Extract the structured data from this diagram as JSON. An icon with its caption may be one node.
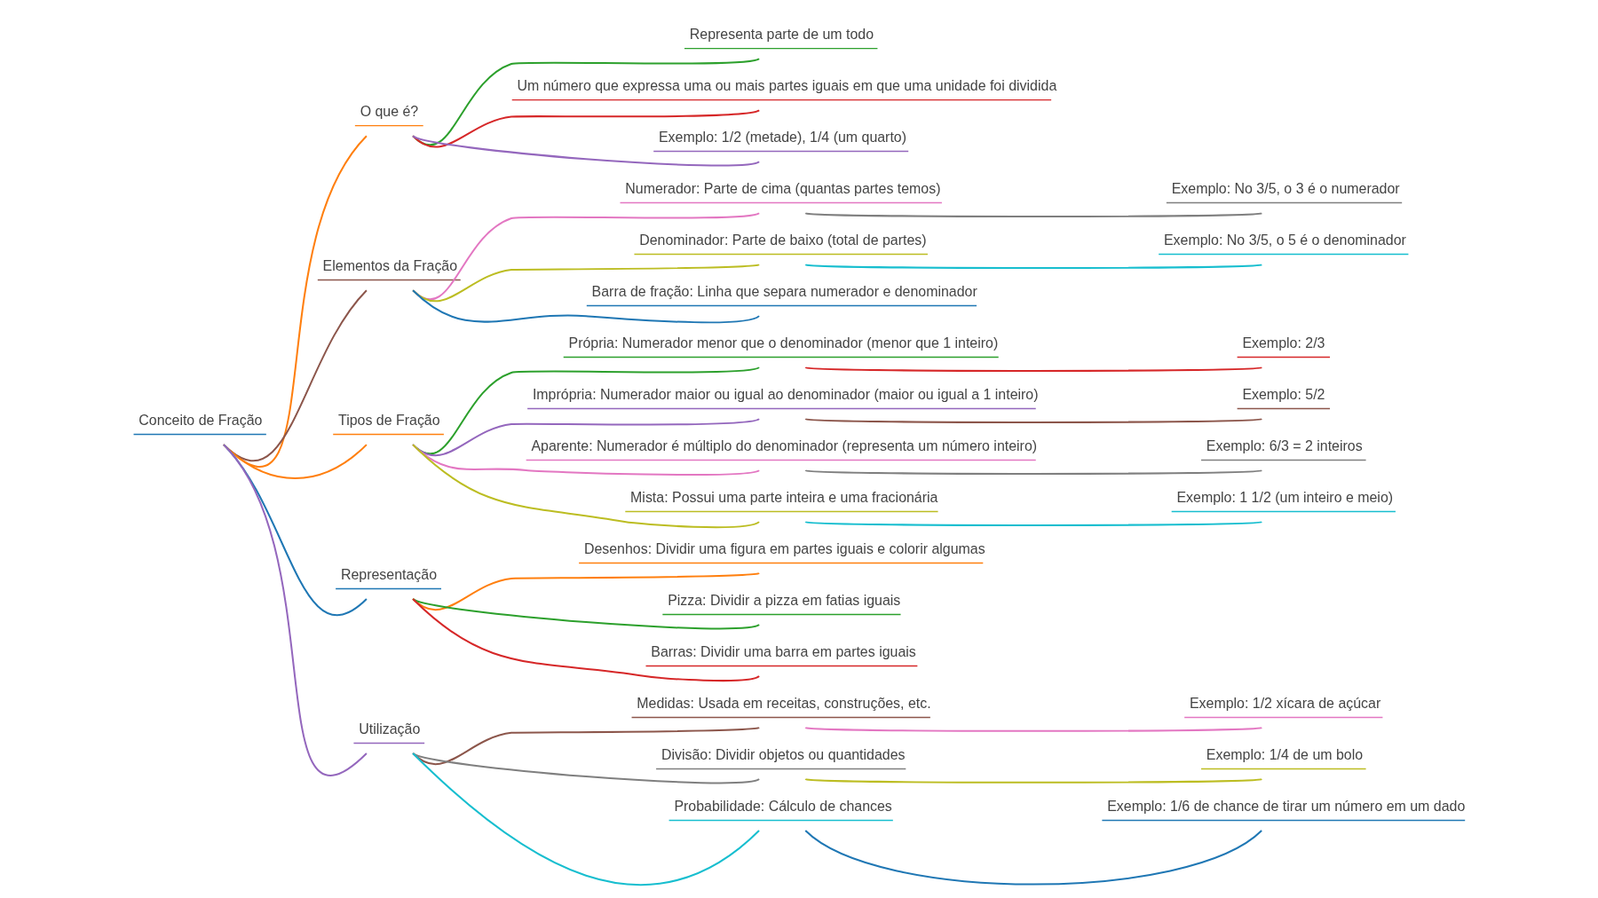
{
  "diagram": {
    "nodes": [
      {
        "text": [
          "Conceito de Fração"
        ]
      },
      {
        "text": [
          "O que é?"
        ]
      },
      {
        "text": [
          "Representa parte de um todo"
        ]
      },
      {
        "text": [
          "Um número que expressa uma ou mais partes iguais em que uma unidade foi dividida"
        ]
      },
      {
        "text": [
          "Exemplo: 1/2 (metade), 1/4 (um quarto)"
        ]
      },
      {
        "text": [
          "Elementos da Fração"
        ]
      },
      {
        "text": [
          "Numerador: Parte de cima (quantas partes temos)"
        ]
      },
      {
        "text": [
          "Exemplo: No 3/5, o 3 é o numerador"
        ]
      },
      {
        "text": [
          "Denominador: Parte de baixo (total de partes)"
        ]
      },
      {
        "text": [
          "Exemplo: No 3/5, o 5 é o denominador"
        ]
      },
      {
        "text": [
          "Barra de fração: Linha que separa numerador e denominador"
        ]
      },
      {
        "text": [
          "Tipos de Fração"
        ]
      },
      {
        "text": [
          "Própria: Numerador menor que o denominador (menor que 1 inteiro)"
        ]
      },
      {
        "text": [
          "Exemplo: 2/3"
        ]
      },
      {
        "text": [
          "Imprópria: Numerador maior ou igual ao denominador (maior ou igual a 1 inteiro)"
        ]
      },
      {
        "text": [
          "Exemplo: 5/2"
        ]
      },
      {
        "text": [
          "Aparente: Numerador é múltiplo do denominador (representa um número inteiro)"
        ]
      },
      {
        "text": [
          "Exemplo: 6/3 = 2 inteiros"
        ]
      },
      {
        "text": [
          "Mista: Possui uma parte inteira e uma fracionária"
        ]
      },
      {
        "text": [
          "Exemplo: 1 1/2 (um inteiro e meio)"
        ]
      },
      {
        "text": [
          "Representação"
        ]
      },
      {
        "text": [
          "Desenhos: Dividir uma figura em partes iguais e colorir algumas"
        ]
      },
      {
        "text": [
          "Pizza: Dividir a pizza em fatias iguais"
        ]
      },
      {
        "text": [
          "Barras: Dividir uma barra em partes iguais"
        ]
      },
      {
        "text": [
          "Utilização"
        ]
      },
      {
        "text": [
          "Medidas: Usada em receitas, construções, etc."
        ]
      },
      {
        "text": [
          "Exemplo: 1/2 xícara de açúcar"
        ]
      },
      {
        "text": [
          "Divisão: Dividir objetos ou quantidades"
        ]
      },
      {
        "text": [
          "Exemplo: 1/4 de um bolo"
        ]
      },
      {
        "text": [
          "Probabilidade: Cálculo de chances"
        ]
      },
      {
        "text": [
          "Exemplo: 1/6 de chance de tirar um número em um dado"
        ]
      }
    ],
    "edges": [
      {
        "from": 0,
        "to": 1,
        "arrow": "none",
        "color": "#ff7f0e"
      },
      {
        "from": 1,
        "to": 2,
        "arrow": "none",
        "color": "#2ca02c"
      },
      {
        "from": 1,
        "to": 3,
        "arrow": "none",
        "color": "#d62728"
      },
      {
        "from": 1,
        "to": 4,
        "arrow": "none",
        "color": "#9467bd"
      },
      {
        "from": 0,
        "to": 5,
        "arrow": "none",
        "color": "#8c564b"
      },
      {
        "from": 5,
        "to": 6,
        "arrow": "none",
        "color": "#e377c2"
      },
      {
        "from": 6,
        "to": 7,
        "arrow": "none",
        "color": "#7f7f7f"
      },
      {
        "from": 5,
        "to": 8,
        "arrow": "none",
        "color": "#bcbd22"
      },
      {
        "from": 8,
        "to": 9,
        "arrow": "none",
        "color": "#17becf"
      },
      {
        "from": 5,
        "to": 10,
        "arrow": "none",
        "color": "#1f77b4"
      },
      {
        "from": 0,
        "to": 11,
        "arrow": "none",
        "color": "#ff7f0e"
      },
      {
        "from": 11,
        "to": 12,
        "arrow": "none",
        "color": "#2ca02c"
      },
      {
        "from": 12,
        "to": 13,
        "arrow": "none",
        "color": "#d62728"
      },
      {
        "from": 11,
        "to": 14,
        "arrow": "none",
        "color": "#9467bd"
      },
      {
        "from": 14,
        "to": 15,
        "arrow": "none",
        "color": "#8c564b"
      },
      {
        "from": 11,
        "to": 16,
        "arrow": "none",
        "color": "#e377c2"
      },
      {
        "from": 16,
        "to": 17,
        "arrow": "none",
        "color": "#7f7f7f"
      },
      {
        "from": 11,
        "to": 18,
        "arrow": "none",
        "color": "#bcbd22"
      },
      {
        "from": 18,
        "to": 19,
        "arrow": "none",
        "color": "#17becf"
      },
      {
        "from": 0,
        "to": 20,
        "arrow": "none",
        "color": "#1f77b4"
      },
      {
        "from": 20,
        "to": 21,
        "arrow": "none",
        "color": "#ff7f0e"
      },
      {
        "from": 20,
        "to": 22,
        "arrow": "none",
        "color": "#2ca02c"
      },
      {
        "from": 20,
        "to": 23,
        "arrow": "none",
        "color": "#d62728"
      },
      {
        "from": 0,
        "to": 24,
        "arrow": "none",
        "color": "#9467bd"
      },
      {
        "from": 24,
        "to": 25,
        "arrow": "none",
        "color": "#8c564b"
      },
      {
        "from": 25,
        "to": 26,
        "arrow": "none",
        "color": "#e377c2"
      },
      {
        "from": 24,
        "to": 27,
        "arrow": "none",
        "color": "#7f7f7f"
      },
      {
        "from": 27,
        "to": 28,
        "arrow": "none",
        "color": "#bcbd22"
      },
      {
        "from": 24,
        "to": 29,
        "arrow": "none",
        "color": "#17becf"
      },
      {
        "from": 29,
        "to": 30,
        "arrow": "none",
        "color": "#1f77b4"
      }
    ]
  }
}
